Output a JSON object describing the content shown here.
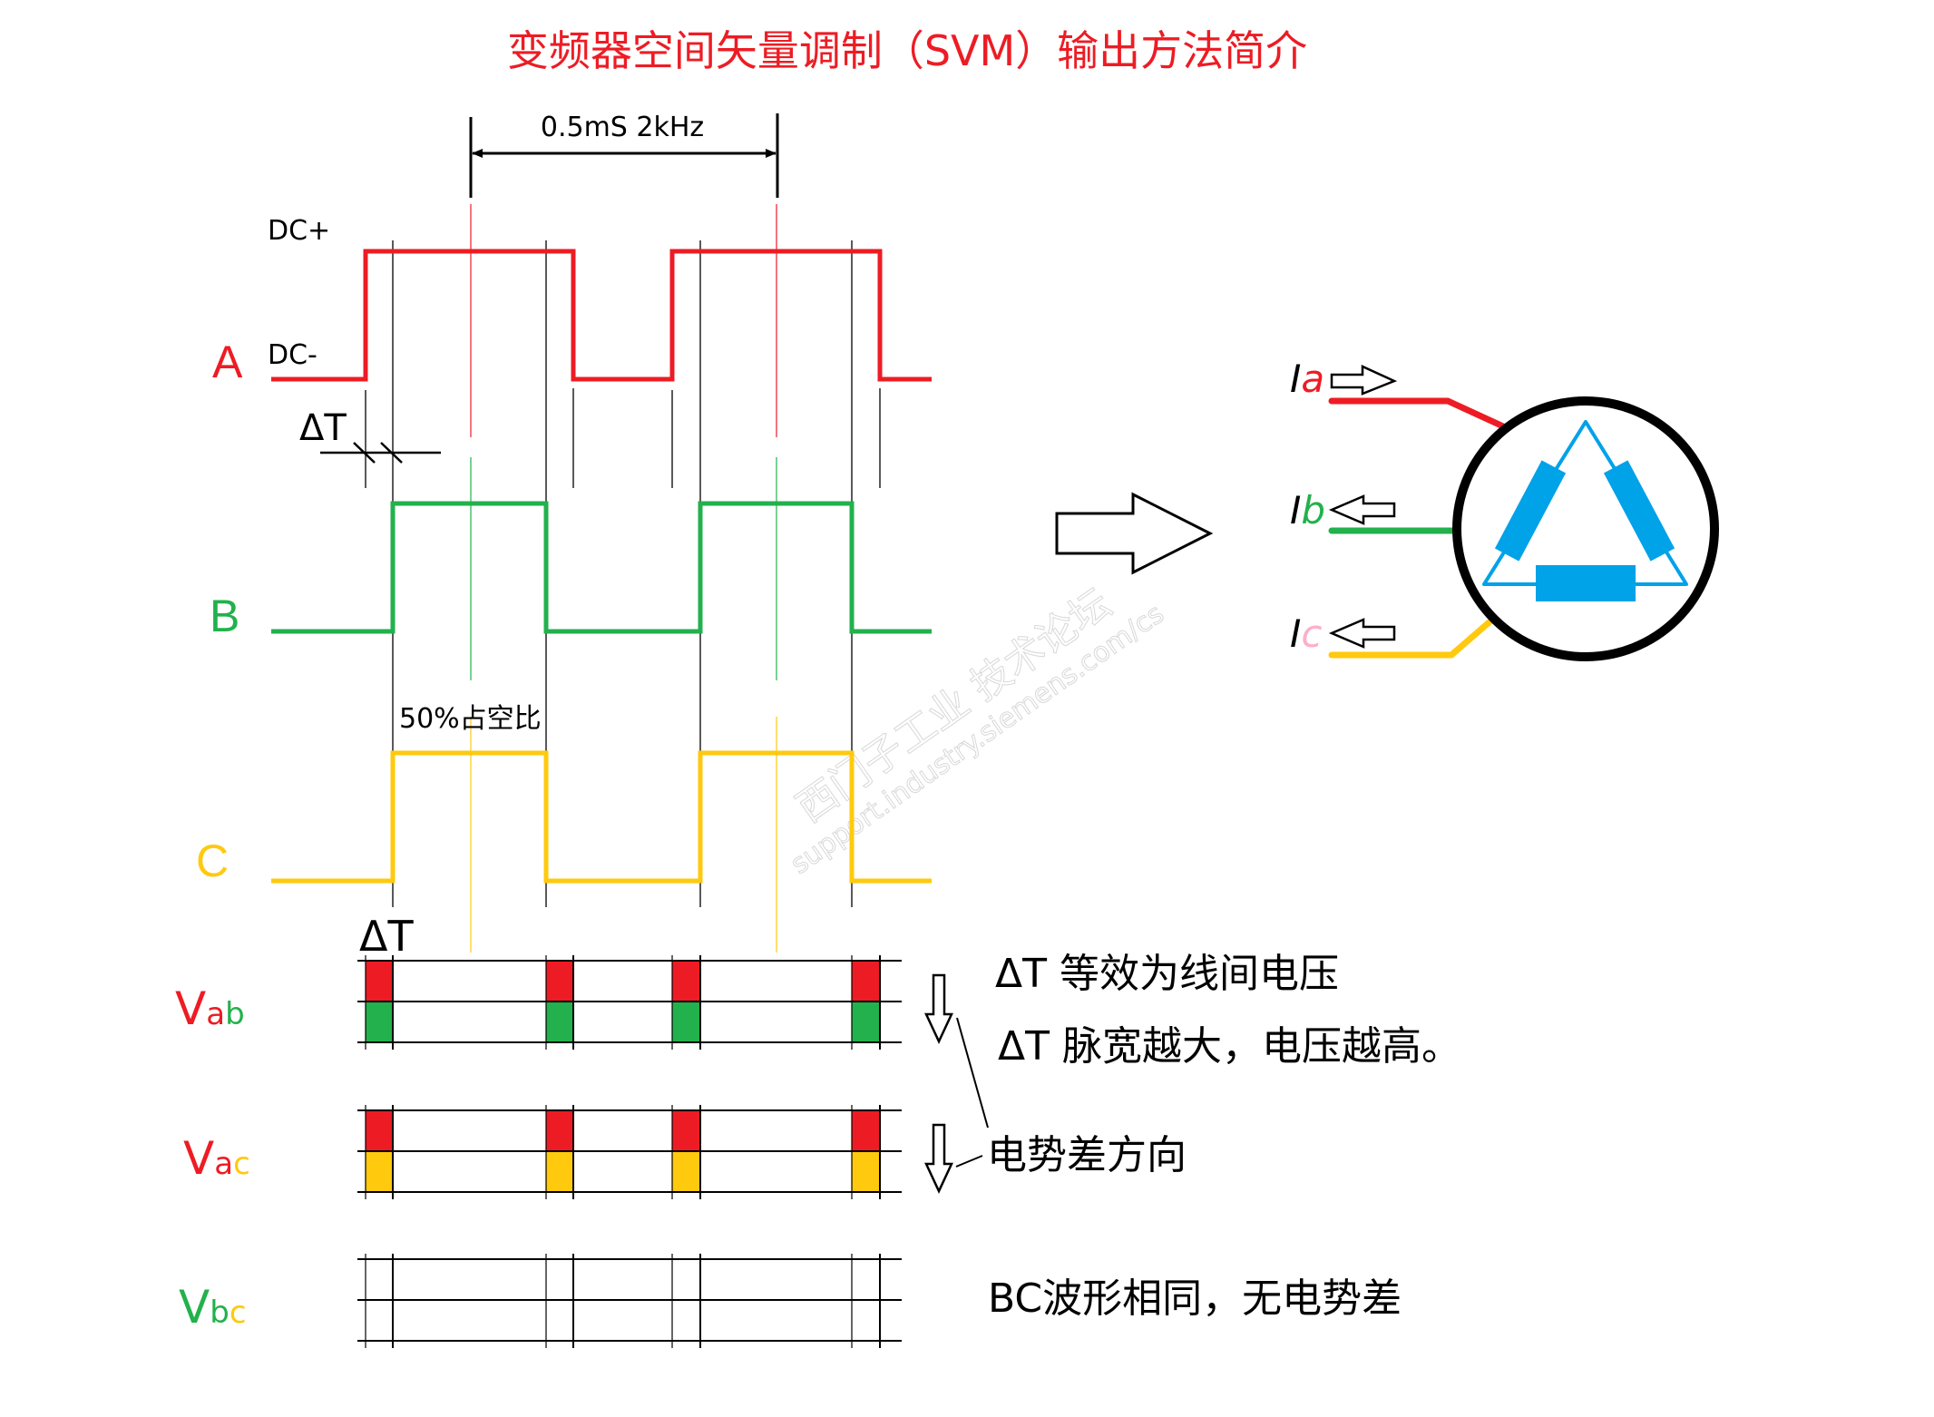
{
  "title": "变频器空间矢量调制（SVM）输出方法简介",
  "colors": {
    "red": "#ED1C24",
    "green": "#22B14C",
    "yellow": "#FFC90E",
    "blue": "#00A2E8",
    "pink": "#FFAEC9",
    "black": "#000000"
  },
  "period_annotation": "0.5mS 2kHz",
  "levels": {
    "high": "DC+",
    "low": "DC-"
  },
  "signals": [
    {
      "name": "A",
      "color_key": "red"
    },
    {
      "name": "B",
      "color_key": "green"
    },
    {
      "name": "C",
      "color_key": "yellow"
    }
  ],
  "delta_t_label": "ΔT",
  "duty_cycle_label": "50%占空比",
  "line_voltages": [
    {
      "main": "V",
      "sub1": "a",
      "sub2": "b",
      "main_color": "red",
      "sub1_color": "red",
      "sub2_color": "green",
      "top_block": "red",
      "bottom_block": "green",
      "has_pulses": true
    },
    {
      "main": "V",
      "sub1": "a",
      "sub2": "c",
      "main_color": "red",
      "sub1_color": "red",
      "sub2_color": "yellow",
      "top_block": "red",
      "bottom_block": "yellow",
      "has_pulses": true
    },
    {
      "main": "V",
      "sub1": "b",
      "sub2": "c",
      "main_color": "green",
      "sub1_color": "green",
      "sub2_color": "yellow",
      "top_block": null,
      "bottom_block": null,
      "has_pulses": false
    }
  ],
  "notes": {
    "line1": "ΔT 等效为线间电压",
    "line2": "ΔT 脉宽越大，电压越高。",
    "direction": "电势差方向",
    "bc": "BC波形相同，无电势差"
  },
  "motor": {
    "currents": [
      {
        "main": "I",
        "sub": "a",
        "sub_color": "red",
        "arrow": "right",
        "wire": "red"
      },
      {
        "main": "I",
        "sub": "b",
        "sub_color": "green",
        "arrow": "left",
        "wire": "green"
      },
      {
        "main": "I",
        "sub": "c",
        "sub_color": "pink",
        "arrow": "left",
        "wire": "yellow"
      }
    ]
  },
  "watermark": {
    "line1": "西门子工业  技术论坛",
    "line2": "support.industry.siemens.com/cs"
  }
}
